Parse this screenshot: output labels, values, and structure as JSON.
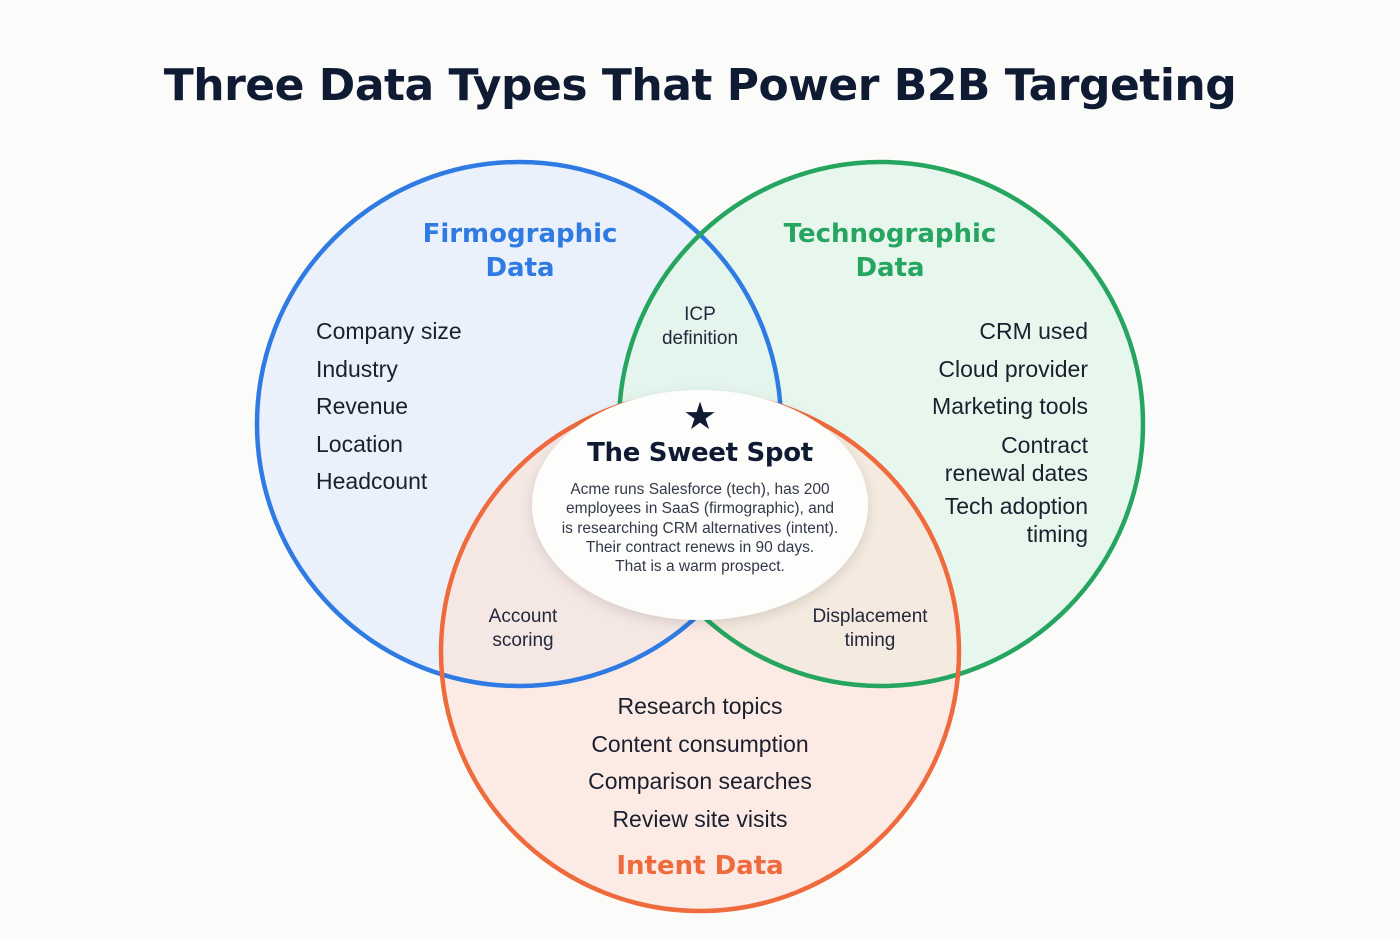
{
  "title": "Three Data Types That Power B2B Targeting",
  "colors": {
    "firmographic": "#2f7be3",
    "technographic": "#25a55f",
    "intent": "#ef6a3c",
    "title_text": "#0f1a33",
    "background": "#fbfbf9"
  },
  "circles": {
    "firmographic": {
      "heading_line1": "Firmographic",
      "heading_line2": "Data",
      "items": [
        "Company size",
        "Industry",
        "Revenue",
        "Location",
        "Headcount"
      ]
    },
    "technographic": {
      "heading_line1": "Technographic",
      "heading_line2": "Data",
      "items": [
        "CRM used",
        "Cloud provider",
        "Marketing tools",
        "Contract renewal dates",
        "Tech adoption timing"
      ],
      "items_display": [
        [
          "CRM used"
        ],
        [
          "Cloud provider"
        ],
        [
          "Marketing tools"
        ],
        [
          "Contract",
          "renewal dates"
        ],
        [
          "Tech adoption",
          "timing"
        ]
      ]
    },
    "intent": {
      "heading": "Intent Data",
      "items": [
        "Research topics",
        "Content consumption",
        "Comparison searches",
        "Review site visits"
      ]
    }
  },
  "overlaps": {
    "firmographic_technographic": {
      "line1": "ICP",
      "line2": "definition"
    },
    "firmographic_intent": {
      "line1": "Account",
      "line2": "scoring"
    },
    "technographic_intent": {
      "line1": "Displacement",
      "line2": "timing"
    }
  },
  "sweet_spot": {
    "icon": "star-icon",
    "star_glyph": "★",
    "title": "The Sweet Spot",
    "lines": [
      "Acme runs Salesforce (tech), has 200",
      "employees in SaaS (firmographic), and",
      "is researching CRM alternatives (intent).",
      "Their contract renews in 90 days.",
      "That is a warm prospect."
    ]
  }
}
